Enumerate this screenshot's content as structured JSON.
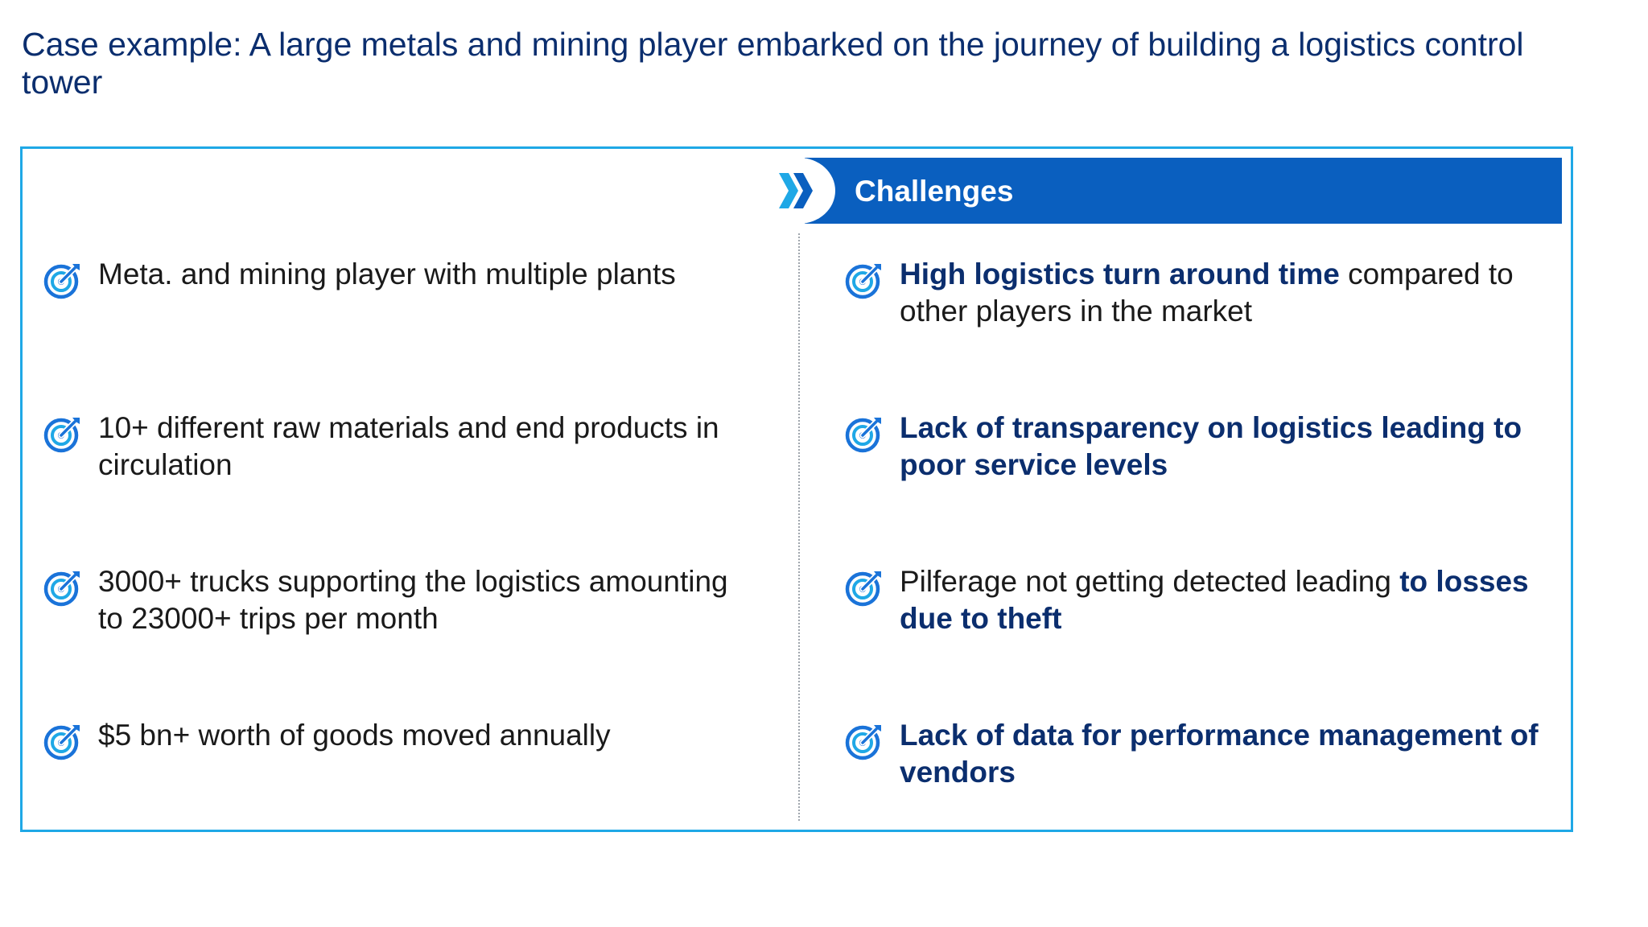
{
  "title": "Case example: A large metals and mining player embarked on the journey of building a logistics control tower",
  "header": {
    "label": "Challenges",
    "icon": "double-chevron-right-icon"
  },
  "colors": {
    "title": "#0b2e6e",
    "frame_border": "#1fa8e6",
    "header_bg": "#0a5fbf",
    "chevron": "#1fa8e6",
    "emphasis": "#0b2e6e",
    "icon_blue": "#1a73d9",
    "icon_light": "#1fa8e6"
  },
  "context_items": [
    {
      "icon": "target-icon",
      "text": "Meta. and mining player with multiple plants"
    },
    {
      "icon": "target-icon",
      "text": "10+ different raw materials and end products in circulation"
    },
    {
      "icon": "target-icon",
      "text": "3000+ trucks supporting the logistics amounting to 23000+ trips per month"
    },
    {
      "icon": "target-icon",
      "text": "$5 bn+ worth of goods moved annually"
    }
  ],
  "challenges": [
    {
      "icon": "target-icon",
      "bold": "High logistics turn around time",
      "rest": " compared to other players in the market"
    },
    {
      "icon": "target-icon",
      "bold": "Lack of transparency on logistics leading to poor service levels"
    },
    {
      "icon": "target-icon",
      "pre": "Pilferage not getting detected leading ",
      "bold": "to losses due to theft"
    },
    {
      "icon": "target-icon",
      "bold": "Lack of data for performance management of vendors"
    }
  ]
}
